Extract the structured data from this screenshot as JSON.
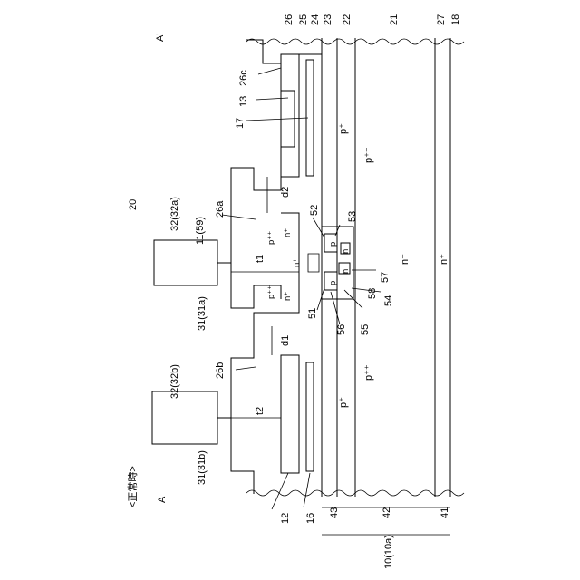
{
  "caption": "<正常時>",
  "section_start": "A",
  "section_end": "A'",
  "refs": {
    "r26": "26",
    "r25": "25",
    "r24": "24",
    "r23": "23",
    "r22": "22",
    "r21": "21",
    "r27": "27",
    "r18": "18",
    "r26c": "26c",
    "r13": "13",
    "r17": "17",
    "r20": "20",
    "r32a": "32(32a)",
    "r26a": "26a",
    "r11": "11(59)",
    "r31a": "31(31a)",
    "r52": "52",
    "r53": "53",
    "r57": "57",
    "r58": "58",
    "r54": "54",
    "r51": "51",
    "r56": "56",
    "r55": "55",
    "r32b": "32(32b)",
    "r26b": "26b",
    "r31b": "31(31b)",
    "r12": "12",
    "r16": "16",
    "r43": "43",
    "r42": "42",
    "r41": "41",
    "r10": "10(10a)"
  },
  "dims": {
    "d2": "d2",
    "d1": "d1",
    "t1": "t1",
    "t2": "t2"
  },
  "regions": {
    "p_plus": "p⁺",
    "p_pp": "p⁺⁺",
    "n_plus": "n⁺",
    "n_minus": "n⁻",
    "n_p": "n⁺",
    "p": "p",
    "n": "n"
  }
}
